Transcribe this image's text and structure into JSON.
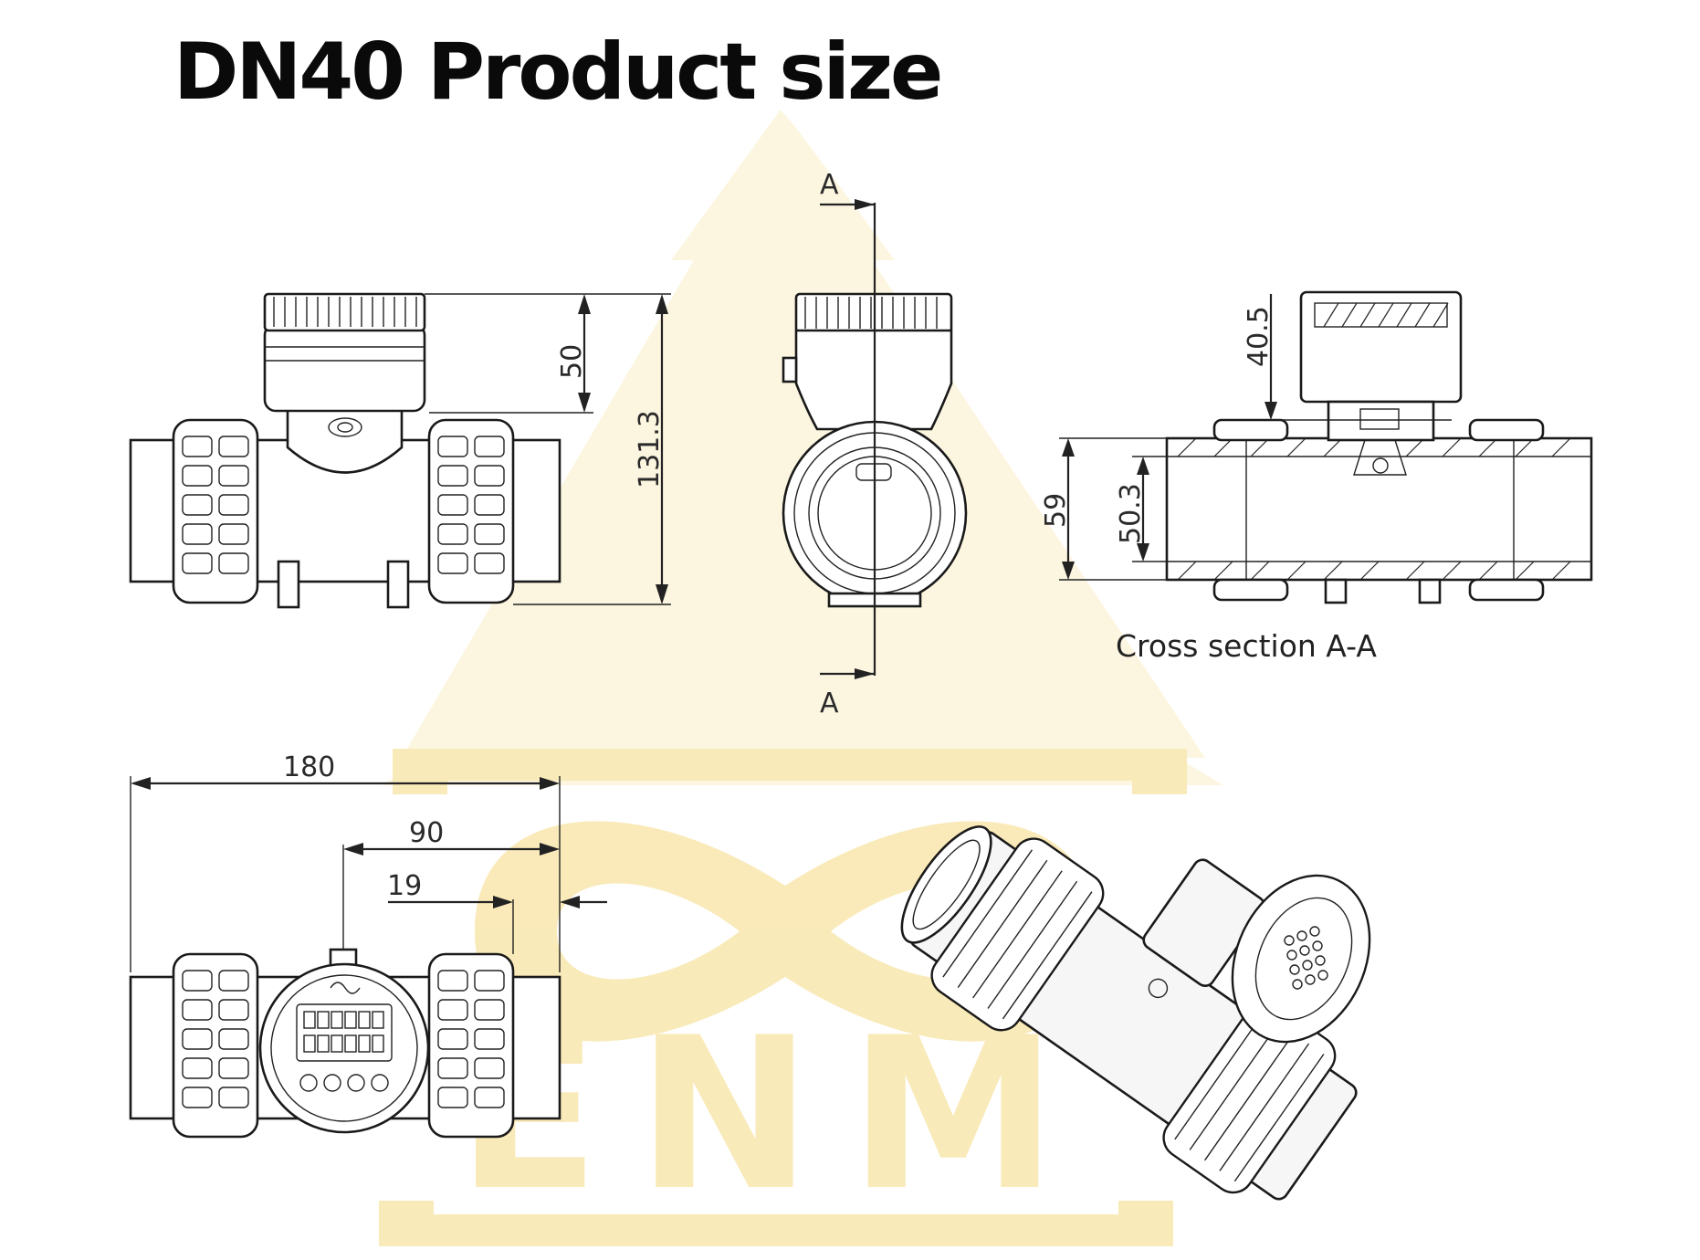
{
  "title": "DN40 Product size",
  "caption": "Cross section A-A",
  "section_marks": {
    "top": "A",
    "bottom": "A"
  },
  "dimensions": {
    "cap_height": "50",
    "total_height": "131.3",
    "top_to_axis": "40.5",
    "outer_diameter": "59",
    "inner_diameter": "50.3",
    "length": "180",
    "half_length": "90",
    "thread_length": "19"
  },
  "watermark": {
    "text": "ENM",
    "color": "#f5d980"
  }
}
